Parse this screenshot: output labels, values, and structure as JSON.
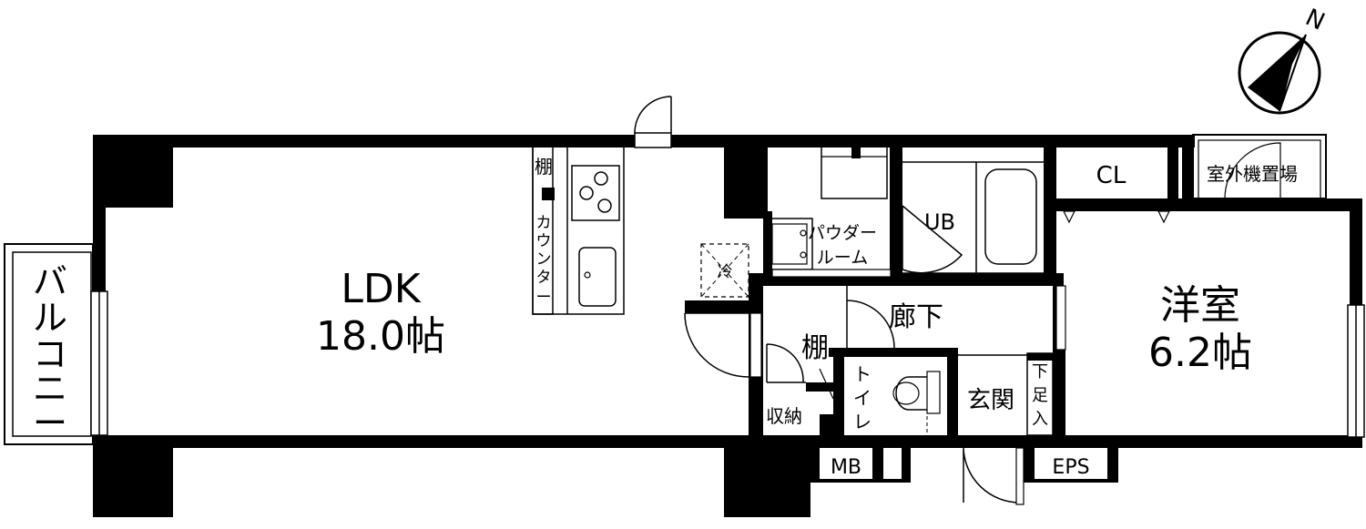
{
  "rooms": {
    "ldk": {
      "name": "LDK",
      "size": "18.0帖"
    },
    "western": {
      "name": "洋室",
      "size": "6.2帖"
    }
  },
  "labels": {
    "balcony": [
      "バ",
      "ル",
      "コ",
      "ニ",
      "ー"
    ],
    "shelf_kitchen": "棚",
    "counter": [
      "カ",
      "ウ",
      "ン",
      "タ",
      "ー"
    ],
    "fridge": "冷",
    "powder_room": [
      "パウダー",
      "ルーム"
    ],
    "ub": "UB",
    "closet": "CL",
    "outdoor_unit": "室外機置場",
    "hallway": "廊下",
    "shelf_hall": "棚",
    "storage": "収納",
    "toilet": [
      "ト",
      "イ",
      "レ"
    ],
    "entrance": "玄関",
    "shoe_box": [
      "下",
      "足",
      "入"
    ],
    "mb": "MB",
    "eps": "EPS",
    "north": "N"
  }
}
